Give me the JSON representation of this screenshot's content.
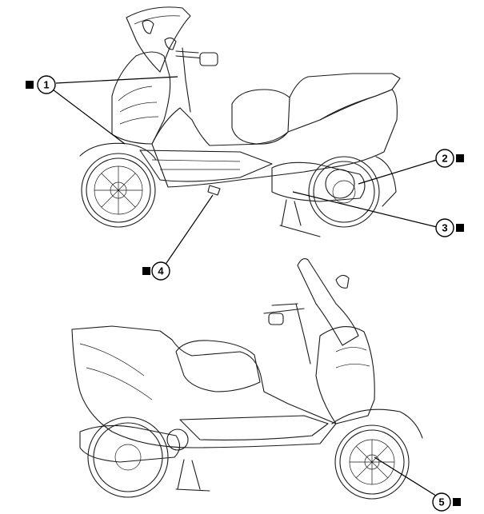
{
  "callouts": [
    {
      "id": "1",
      "label": "1"
    },
    {
      "id": "2",
      "label": "2"
    },
    {
      "id": "3",
      "label": "3"
    },
    {
      "id": "4",
      "label": "4"
    },
    {
      "id": "5",
      "label": "5"
    }
  ],
  "colors": {
    "ink": "#1a1a1a",
    "marker": "#000000",
    "background": "#ffffff"
  }
}
